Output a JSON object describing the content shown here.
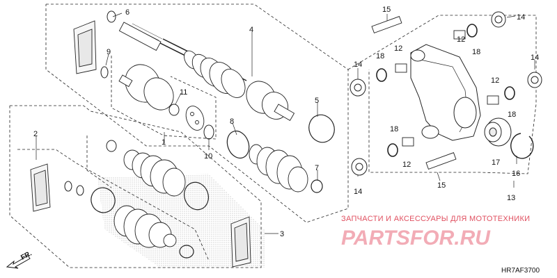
{
  "diagram": {
    "code": "HR7AF3700",
    "direction_label": "FR.",
    "callouts": [
      "1",
      "2",
      "3",
      "4",
      "5",
      "6",
      "7",
      "8",
      "9",
      "10",
      "11",
      "12",
      "13",
      "14",
      "15",
      "16",
      "17",
      "18"
    ]
  },
  "watermark": {
    "tagline": "ЗАПЧАСТИ И АКСЕССУАРЫ ДЛЯ МОТОТЕХНИКИ",
    "brand": "PARTSFOR.RU"
  }
}
